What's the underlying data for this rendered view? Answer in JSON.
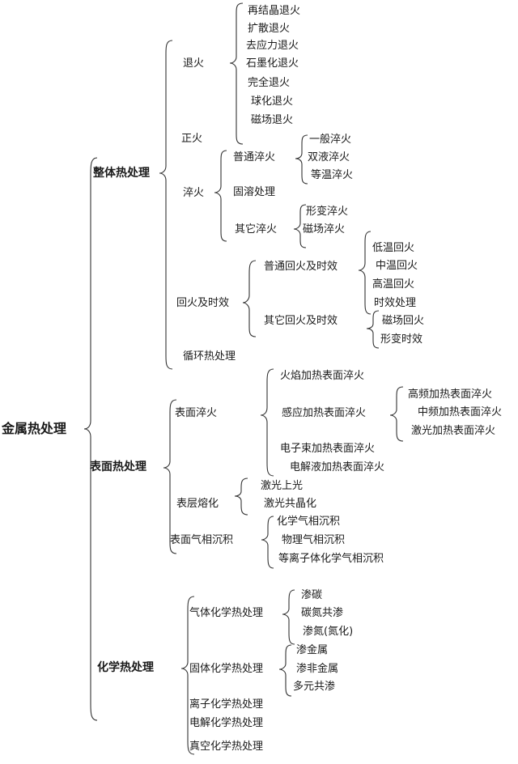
{
  "root": "金属热处理",
  "whole": {
    "label": "整体热处理",
    "annealing": {
      "label": "退火",
      "items": [
        "再结晶退火",
        "扩散退火",
        "去应力退火",
        "石墨化退火",
        "完全退火",
        "球化退火",
        "磁场退火"
      ]
    },
    "normalizing": "正火",
    "quenching": {
      "label": "淬火",
      "ordinary": {
        "label": "普通淬火",
        "items": [
          "一般淬火",
          "双液淬火",
          "等温淬火"
        ]
      },
      "solution": "固溶处理",
      "other": {
        "label": "其它淬火",
        "items": [
          "形变淬火",
          "磁场淬火"
        ]
      }
    },
    "tempering": {
      "label": "回火及时效",
      "ordinary": {
        "label": "普通回火及时效",
        "items": [
          "低温回火",
          "中温回火",
          "高温回火",
          "时效处理"
        ]
      },
      "other": {
        "label": "其它回火及时效",
        "items": [
          "磁场回火",
          "形变时效"
        ]
      }
    },
    "cyclic": "循环热处理"
  },
  "surface": {
    "label": "表面热处理",
    "hardening": {
      "label": "表面淬火",
      "flame": "火焰加热表面淬火",
      "induction": {
        "label": "感应加热表面淬火",
        "items": [
          "高频加热表面淬火",
          "中频加热表面淬火",
          "激光加热表面淬火"
        ]
      },
      "ebeam": "电子束加热表面淬火",
      "electrolyte": "电解液加热表面淬火"
    },
    "melting": {
      "label": "表层熔化",
      "items": [
        "激光上光",
        "激光共晶化"
      ]
    },
    "deposition": {
      "label": "表面气相沉积",
      "items": [
        "化学气相沉积",
        "物理气相沉积",
        "等离子体化学气相沉积"
      ]
    }
  },
  "chemical": {
    "label": "化学热处理",
    "gas": {
      "label": "气体化学热处理",
      "items": [
        "渗碳",
        "碳氮共渗",
        "渗氮(氮化)"
      ]
    },
    "solid": {
      "label": "固体化学热处理",
      "items": [
        "渗金属",
        "渗非金属",
        "多元共渗"
      ]
    },
    "others": [
      "离子化学热处理",
      "电解化学热处理",
      "真空化学热处理"
    ]
  }
}
